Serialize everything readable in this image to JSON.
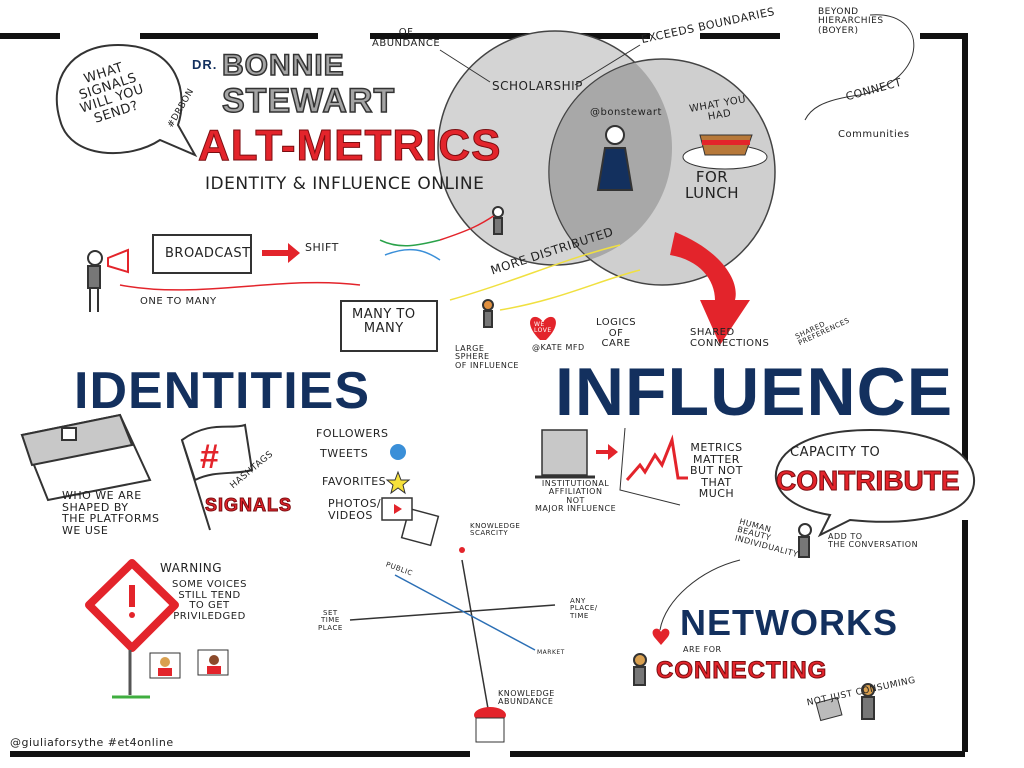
{
  "header": {
    "bubble_question": "WHAT\nSIGNALS\nWILL YOU\nSEND?",
    "dr": "DR.",
    "first_name": "BONNIE",
    "last_name": "STEWART",
    "hashtag": "#DRBON",
    "title": "ALT-METRICS",
    "subtitle": "IDENTITY & INFLUENCE ONLINE",
    "of_abundance": "OF\nABUNDANCE"
  },
  "venn": {
    "scholarship": "SCHOLARSHIP",
    "exceeds_boundaries": "EXCEEDS BOUNDARIES",
    "beyond_hierarchies": "BEYOND\nHIERARCHIES\n(BOYER)",
    "connect": "CONNECT",
    "communities": "Communities",
    "handle": "@bonstewart",
    "what_you_had": "WHAT YOU\nHAD",
    "for_lunch": "FOR\nLUNCH"
  },
  "shift": {
    "broadcast": "BROADCAST",
    "shift": "SHIFT",
    "one_to_many": "ONE TO MANY",
    "many_to_many": "MANY TO\nMANY",
    "more_distributed": "MORE DISTRIBUTED",
    "large_sphere": "LARGE\nSPHERE\nof INFLUENCE",
    "we_love": "WE\nLOVE",
    "kate": "@KATE MFD",
    "logics_of_care": "LOGICS\nOF\nCARE",
    "shared_connections": "SHARED\nCONNECTIONS",
    "shared_preferences": "SHARED\nPREFERENCES"
  },
  "identities": {
    "heading": "IDENTITIES",
    "profile_text": "WHO WE ARE\nSHAPED BY\nTHE PLATFORMS\nWE USE",
    "hashtags": "HASHTAGS",
    "signals": "SIGNALS",
    "followers": "FOLLOWERS",
    "tweets": "TWEETS",
    "favorites": "FAVORITES",
    "photos_videos": "PHOTOS/\nVIDEOS",
    "warning": "WARNING",
    "warning_text": "SOME VOICES\nSTILL TEND\nTO GET\nPRIVILEDGED"
  },
  "axes": {
    "knowledge_scarcity": "KNOWLEDGE\nSCARCITY",
    "public": "PUBLIC",
    "set_time_place": "SET\nTIME\nPLACE",
    "any_place_time": "ANY\nPLACE/\nTIME",
    "market": "MARKET",
    "knowledge_abundance": "KNOWLEDGE\nABUNDANCE"
  },
  "influence": {
    "heading": "INFLUENCE",
    "institutional": "INSTITUTIONAL\nAFFILIATION\nNOT\nMAJOR INFLUENCE",
    "metrics_matter": "METRICS\nMATTER\nbut NOT\nthat\nMUCH",
    "capacity_to": "CAPACITY TO",
    "contribute": "CONTRIBUTE",
    "human_beauty": "HUMAN\nBEAUTY\nINDIVIDUALITY",
    "add_to_conversation": "ADD TO\nTHE CONVERSATION"
  },
  "networks": {
    "heading": "NETWORKS",
    "are_for": "ARE FOR",
    "connecting": "CONNECTING",
    "not_just_consuming": "NOT JUST CONSUMING"
  },
  "credit": "@giuliaforsythe #et4online",
  "colors": {
    "navy": "#13305e",
    "red": "#e3242b",
    "gray": "#a4a4a4",
    "venn": "#cfcfcf"
  }
}
